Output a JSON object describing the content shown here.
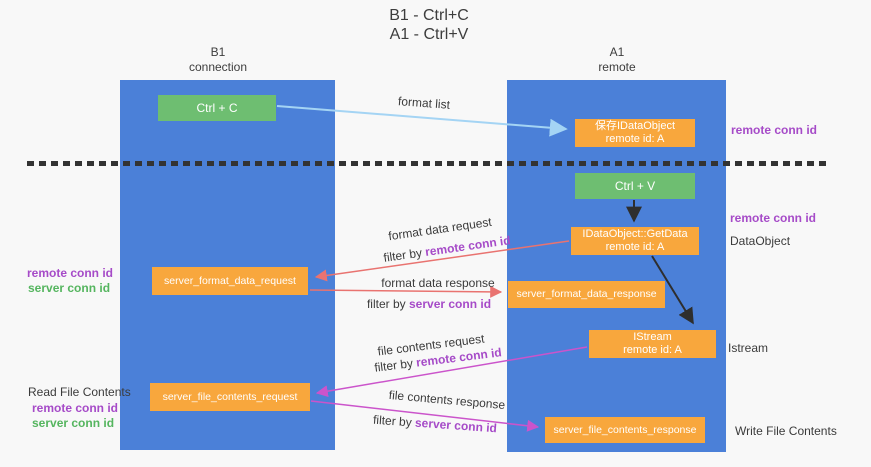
{
  "title": {
    "line1": "B1 - Ctrl+C",
    "line2": "A1 - Ctrl+V"
  },
  "lanes": {
    "left": {
      "name": "B1",
      "role": "connection"
    },
    "right": {
      "name": "A1",
      "role": "remote"
    }
  },
  "nodes": {
    "ctrl_c": {
      "label": "Ctrl + C"
    },
    "ctrl_v": {
      "label": "Ctrl + V"
    },
    "save_dataobject": {
      "line1": "保存IDataObject",
      "line2": "remote id: A"
    },
    "getdata": {
      "line1": "IDataObject::GetData",
      "line2": "remote id: A"
    },
    "istream": {
      "line1": "IStream",
      "line2": "remote id: A"
    },
    "server_format_data_request": {
      "label": "server_format_data_request"
    },
    "server_format_data_response": {
      "label": "server_format_data_response"
    },
    "server_file_contents_request": {
      "label": "server_file_contents_request"
    },
    "server_file_contents_response": {
      "label": "server_file_contents_response"
    }
  },
  "edge_labels": {
    "format_list": "format list",
    "format_data_request": "format data request",
    "format_data_response": "format data response",
    "file_contents_request": "file contents request",
    "file_contents_response": "file contents response",
    "filter_by": "filter by",
    "remote_conn_id": "remote conn id",
    "server_conn_id": "server conn id"
  },
  "side_labels": {
    "remote_conn_id": "remote conn id",
    "server_conn_id": "server conn id",
    "dataobject": "DataObject",
    "istream": "Istream",
    "read_file_contents": "Read File Contents",
    "write_file_contents": "Write File Contents"
  },
  "colors": {
    "lane_blue": "#4b80d8",
    "node_orange": "#f8a73d",
    "node_green": "#6ebe71",
    "arrow_lightblue": "#a4d4f4",
    "arrow_red": "#e97370",
    "arrow_magenta": "#cb54cb",
    "arrow_black": "#2e2e2e",
    "text_purple": "#a64bc8",
    "text_green": "#55b55f",
    "divider_dash": "#333333"
  }
}
